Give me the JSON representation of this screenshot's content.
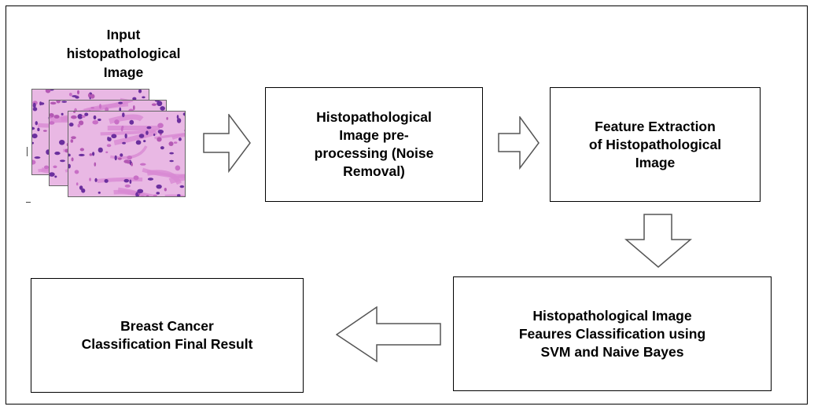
{
  "input": {
    "label": "Input\nhistopathological\nImage",
    "tissue_colors": [
      "#c86fc6",
      "#b458b4",
      "#6b2f9e",
      "#e9b8e4",
      "#d88ad3"
    ]
  },
  "steps": {
    "preprocessing": "Histopathological\nImage pre-\nprocessing (Noise\nRemoval)",
    "feature_extraction": "Feature Extraction\nof Histopathological\nImage",
    "classification": "Histopathological Image\nFeaures Classification using\nSVM and Naive Bayes",
    "final_result": "Breast Cancer\nClassification Final Result"
  },
  "colors": {
    "stroke": "#000000",
    "arrow_stroke": "#555555",
    "background": "#ffffff"
  }
}
